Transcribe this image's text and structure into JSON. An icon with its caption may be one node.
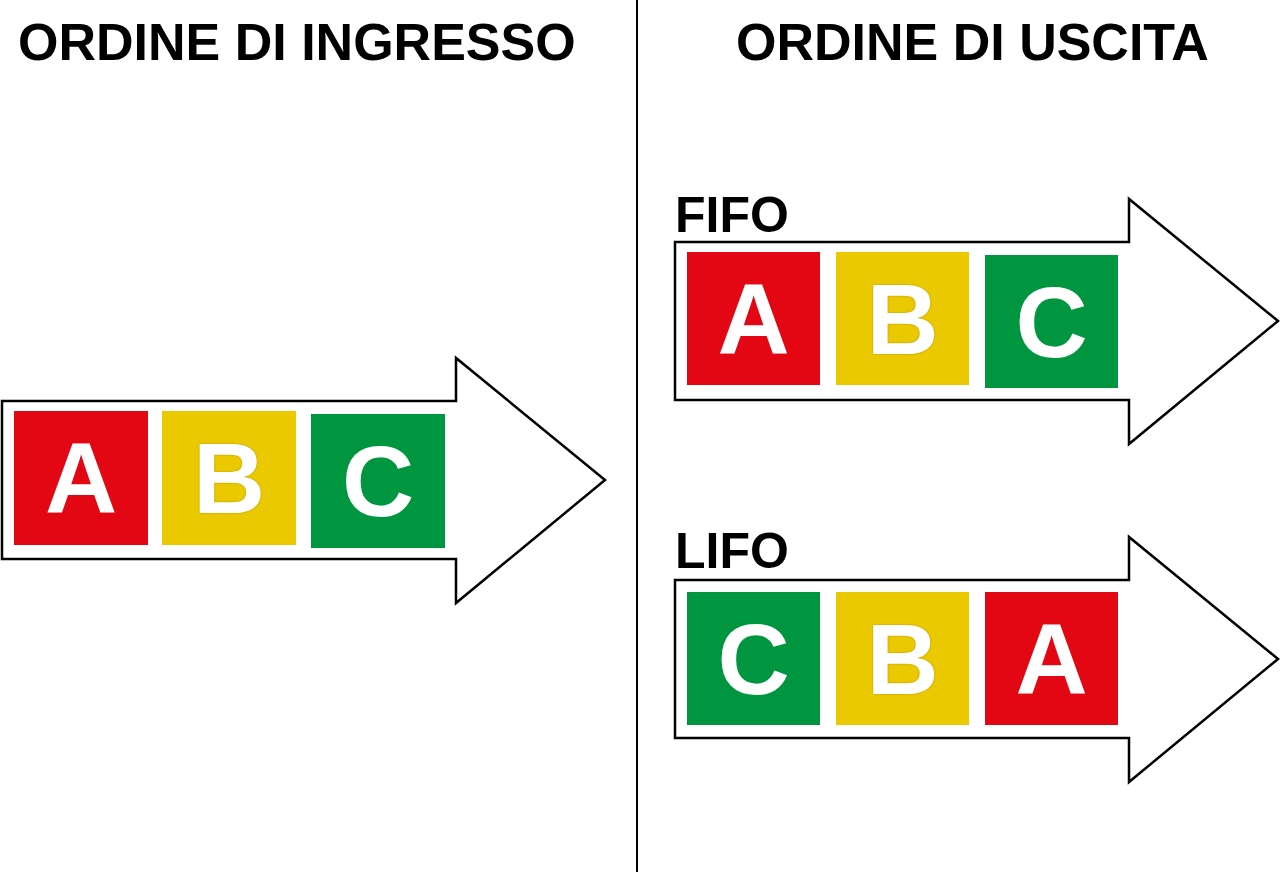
{
  "diagram": {
    "nodes": [
      {
        "text": [],
        "shape": "arrow"
      },
      {
        "text": [
          "A"
        ],
        "in": 0
      },
      {
        "text": [
          "B"
        ],
        "in": 0
      },
      {
        "text": [
          "C"
        ],
        "in": 0
      },
      {
        "text": [
          "FIFO"
        ]
      },
      {
        "text": [
          "A"
        ],
        "in": 4
      },
      {
        "text": [
          "B"
        ],
        "in": 4
      },
      {
        "text": [
          "C"
        ],
        "in": 4
      },
      {
        "text": [
          "LIFO"
        ]
      },
      {
        "text": [
          "C"
        ],
        "in": 8
      },
      {
        "text": [
          "B"
        ],
        "in": 8
      },
      {
        "text": [
          "A"
        ],
        "in": 8
      }
    ],
    "labels": [
      "ORDINE DI INGRESSO",
      "ORDINE DI USCITA"
    ]
  }
}
